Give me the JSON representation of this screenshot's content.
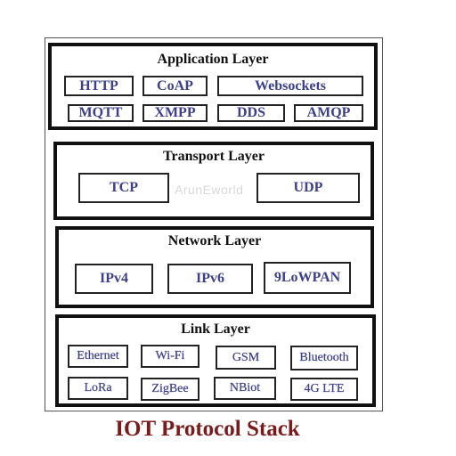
{
  "layers": {
    "application": {
      "title": "Application Layer",
      "protocols": [
        "HTTP",
        "CoAP",
        "Websockets",
        "MQTT",
        "XMPP",
        "DDS",
        "AMQP"
      ]
    },
    "transport": {
      "title": "Transport Layer",
      "protocols": [
        "TCP",
        "UDP"
      ]
    },
    "network": {
      "title": "Network Layer",
      "protocols": [
        "IPv4",
        "IPv6",
        "9LoWPAN"
      ]
    },
    "link": {
      "title": "Link Layer",
      "protocols": [
        "Ethernet",
        "Wi-Fi",
        "GSM",
        "Bluetooth",
        "LoRa",
        "ZigBee",
        "NBiot",
        "4G LTE"
      ]
    }
  },
  "watermark": "ArunEworld",
  "caption": "IOT Protocol Stack",
  "colors": {
    "protocol_text": "#3b3f8c",
    "caption": "#7a1a1a",
    "border": "#111111"
  }
}
